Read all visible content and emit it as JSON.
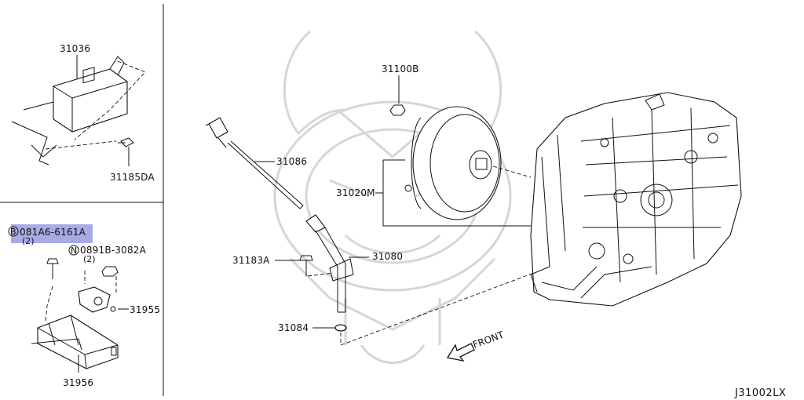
{
  "drawing_code": "J31002LX",
  "front_label": "FRONT",
  "parts": {
    "p31036": "31036",
    "p31185da": "31185DA",
    "p081a6": "081A6-6161A",
    "p081a6_prefix": "B",
    "p081a6_qty": "(2)",
    "p0891b": "0891B-3082A",
    "p0891b_prefix": "N",
    "p0891b_qty": "(2)",
    "p31955": "31955",
    "p31956": "31956",
    "p31100b": "31100B",
    "p31086": "31086",
    "p31020m": "31020M",
    "p31183a": "31183A",
    "p31080": "31080",
    "p31084": "31084"
  },
  "colors": {
    "highlight": "#a9a9e6",
    "line": "#111111",
    "watermark": "#d6d6d6"
  }
}
